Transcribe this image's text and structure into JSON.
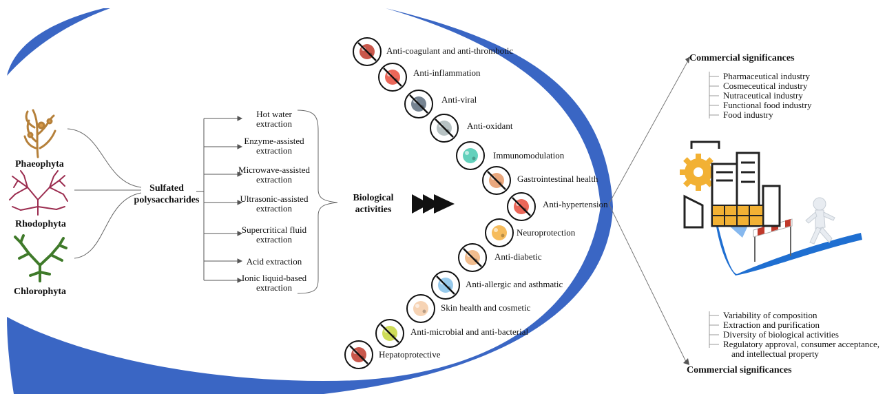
{
  "sources": {
    "phaeophyta": "Phaeophyta",
    "rhodophyta": "Rhodophyta",
    "chlorophyta": "Chlorophyta"
  },
  "sulfated": [
    "Sulfated",
    "polysaccharides"
  ],
  "extraction_methods": [
    [
      "Hot water",
      "extraction"
    ],
    [
      "Enzyme-assisted",
      "extraction"
    ],
    [
      "Microwave-assisted",
      "extraction"
    ],
    [
      "Ultrasonic-assisted",
      "extraction"
    ],
    [
      "Supercritical fluid",
      "extraction"
    ],
    [
      "Acid extraction"
    ],
    [
      "Ionic liquid-based",
      "extraction"
    ]
  ],
  "biological": [
    "Biological",
    "activities"
  ],
  "activities": [
    {
      "label": "Anti-coagulant and anti-thrombotic",
      "icon": "blood-clot-icon",
      "color": "#c0392b"
    },
    {
      "label": "Anti-inflammation",
      "icon": "inflammation-icon",
      "color": "#e74c3c"
    },
    {
      "label": "Anti-viral",
      "icon": "virus-icon",
      "color": "#5d6d7e"
    },
    {
      "label": "Anti-oxidant",
      "icon": "oxidant-cell-icon",
      "color": "#aab7b8"
    },
    {
      "label": "Immunomodulation",
      "icon": "immune-shield-icon",
      "color": "#48c9b0"
    },
    {
      "label": "Gastrointestinal health",
      "icon": "intestine-icon",
      "color": "#e59866"
    },
    {
      "label": "Anti-hypertension",
      "icon": "heart-icon",
      "color": "#e74c3c"
    },
    {
      "label": "Neuroprotection",
      "icon": "neuron-icon",
      "color": "#f5b041"
    },
    {
      "label": "Anti-diabetic",
      "icon": "syringe-icon",
      "color": "#f0b27a"
    },
    {
      "label": "Anti-allergic and asthmatic",
      "icon": "allergy-person-icon",
      "color": "#85c1e9"
    },
    {
      "label": "Skin health and cosmetic",
      "icon": "face-skin-icon",
      "color": "#f5cba7"
    },
    {
      "label": "Anti-microbial and anti-bacterial",
      "icon": "bacteria-icon",
      "color": "#c5d63b"
    },
    {
      "label": "Hepatoprotective",
      "icon": "liver-icon",
      "color": "#c0392b"
    }
  ],
  "commercial_top": {
    "title": "Commercial significances",
    "items": [
      "Pharmaceutical industry",
      "Cosmeceutical industry",
      "Nutraceutical industry",
      "Functional food industry",
      "Food industry"
    ]
  },
  "commercial_bottom": {
    "title": "Commercial significances",
    "items": [
      "Variability of composition",
      "Extraction and purification",
      "Diversity of biological activities",
      "Regulatory approval, consumer acceptance,",
      "and intellectual property"
    ]
  },
  "colors": {
    "arc_blue": "#3a66c4",
    "gear": "#f2b134",
    "factory": "#222222",
    "hurdle_red": "#c0392b",
    "ramp_blue": "#1f6fd1",
    "algae_brown": "#b5803a",
    "algae_red": "#9b2c4f",
    "algae_green": "#3f7a2a"
  }
}
